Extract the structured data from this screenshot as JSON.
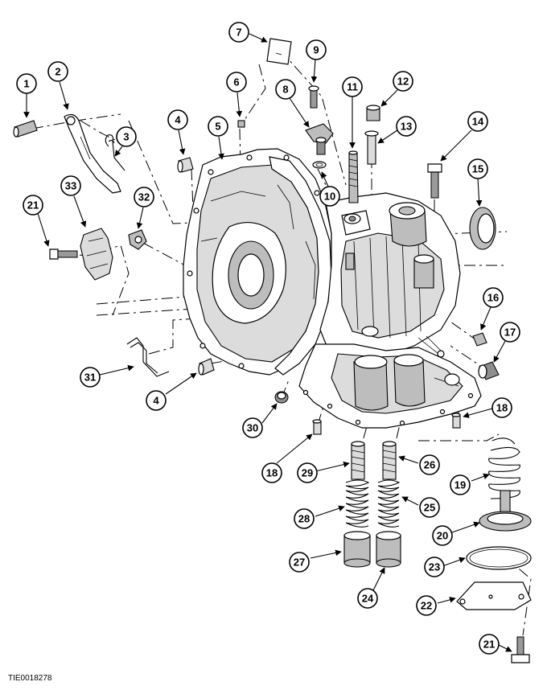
{
  "figure": {
    "reference_code": "TIE0018278",
    "callouts": [
      {
        "id": "c1",
        "label": "1"
      },
      {
        "id": "c2",
        "label": "2"
      },
      {
        "id": "c3",
        "label": "3"
      },
      {
        "id": "c4a",
        "label": "4"
      },
      {
        "id": "c4b",
        "label": "4"
      },
      {
        "id": "c5",
        "label": "5"
      },
      {
        "id": "c6",
        "label": "6"
      },
      {
        "id": "c7",
        "label": "7"
      },
      {
        "id": "c8",
        "label": "8"
      },
      {
        "id": "c9",
        "label": "9"
      },
      {
        "id": "c10",
        "label": "10"
      },
      {
        "id": "c11",
        "label": "11"
      },
      {
        "id": "c12",
        "label": "12"
      },
      {
        "id": "c13",
        "label": "13"
      },
      {
        "id": "c14",
        "label": "14"
      },
      {
        "id": "c15",
        "label": "15"
      },
      {
        "id": "c16",
        "label": "16"
      },
      {
        "id": "c17",
        "label": "17"
      },
      {
        "id": "c18a",
        "label": "18"
      },
      {
        "id": "c18b",
        "label": "18"
      },
      {
        "id": "c19",
        "label": "19"
      },
      {
        "id": "c20",
        "label": "20"
      },
      {
        "id": "c21a",
        "label": "21"
      },
      {
        "id": "c21b",
        "label": "21"
      },
      {
        "id": "c22",
        "label": "22"
      },
      {
        "id": "c23",
        "label": "23"
      },
      {
        "id": "c24",
        "label": "24"
      },
      {
        "id": "c25",
        "label": "25"
      },
      {
        "id": "c26",
        "label": "26"
      },
      {
        "id": "c27",
        "label": "27"
      },
      {
        "id": "c28",
        "label": "28"
      },
      {
        "id": "c29",
        "label": "29"
      },
      {
        "id": "c30",
        "label": "30"
      },
      {
        "id": "c31",
        "label": "31"
      },
      {
        "id": "c32",
        "label": "32"
      },
      {
        "id": "c33",
        "label": "33"
      }
    ]
  }
}
